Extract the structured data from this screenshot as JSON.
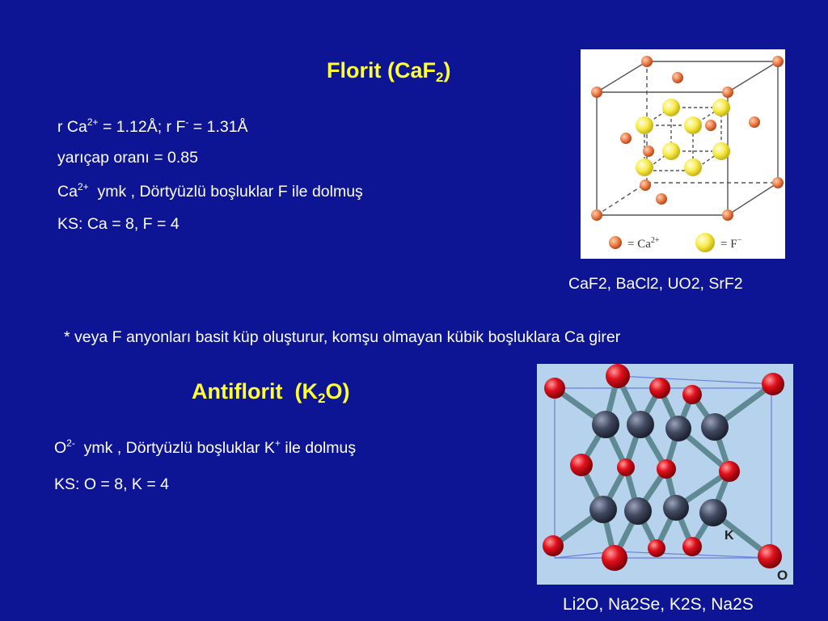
{
  "florit": {
    "title": "Florit (CaF",
    "title_sub": "2",
    "title_end": ")",
    "radius_a": "r Ca",
    "radius_a_sup": "2+",
    "radius_b": " = 1.12Å; r F",
    "radius_b_sup": "-",
    "radius_c": " = 1.31Å",
    "ratio": "yarıçap oranı = 0.85",
    "holes_a": "Ca",
    "holes_a_sup": "2+",
    "holes_b": "  ymk , Dörtyüzlü boşluklar F ile dolmuş",
    "coordination": "KS: Ca = 8,  F = 4",
    "legend_ca": "= Ca",
    "legend_ca_sup": "2+",
    "legend_f": "= F",
    "legend_f_sup": "−",
    "examples": "CaF2, BaCl2, UO2, SrF2",
    "note": "* veya F anyonları basit küp oluşturur, komşu olmayan kübik boşluklara Ca girer"
  },
  "antiflorit": {
    "title": "Antiflorit  (K",
    "title_sub": "2",
    "title_end": "O)",
    "holes_a": "O",
    "holes_a_sup": "2-",
    "holes_b": "  ymk , Dörtyüzlü boşluklar K",
    "holes_b_sup": "+",
    "holes_c": " ile dolmuş",
    "coordination": "KS: O = 8,  K = 4",
    "label_k": "K",
    "label_o": "O",
    "examples": "Li2O, Na2Se, K2S, Na2S"
  },
  "colors": {
    "background": "#0d1594",
    "title": "#ffff33",
    "calcium": "#e8703a",
    "fluoride": "#f5e640",
    "oxygen": "#d0101c",
    "potassium": "#3d4458",
    "bond": "#5f8a94"
  }
}
